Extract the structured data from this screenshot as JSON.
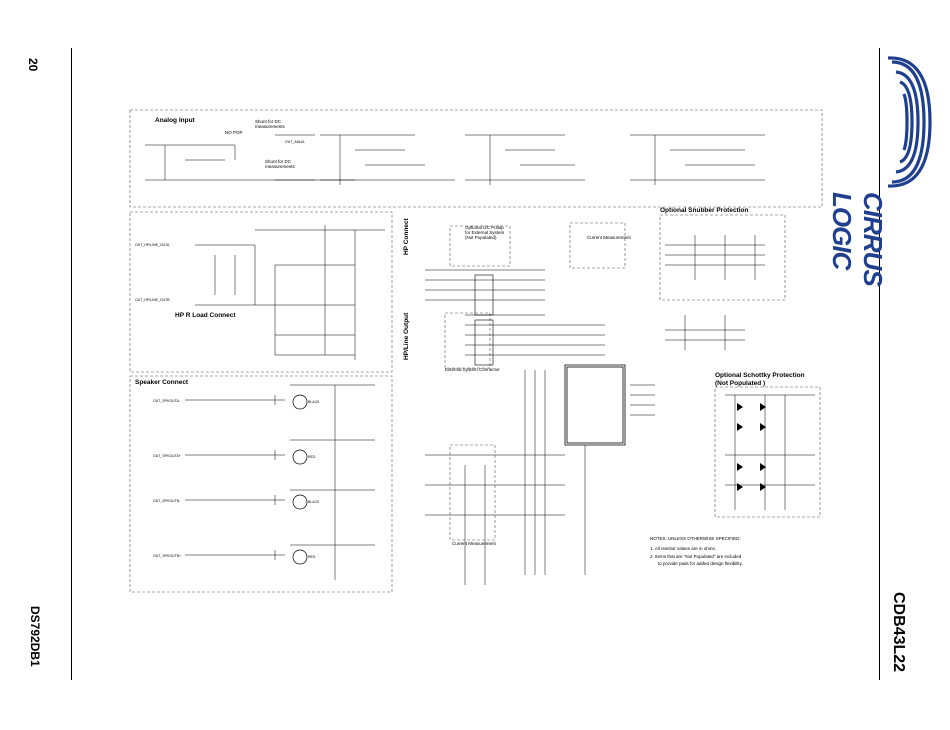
{
  "page": {
    "number": "20",
    "doc_code": "DS792DB1",
    "product": "CDB43L22",
    "logo_text": "CIRRUS LOGIC"
  },
  "sections": {
    "analog_input": "Analog Input",
    "hp_load": "HP R Load Connect",
    "speaker": "Speaker Connect",
    "snubber": "Optional Snubber Protection",
    "schottky_1": "Optional Schottky Protection",
    "schottky_2": "(Not Populated )",
    "hp_connect": "HP Connect",
    "hp_line_output": "HP/Line Output"
  },
  "annotations": {
    "shunt_1": "Shunt for DC",
    "shunt_1b": "measurements",
    "shunt_2": "Shunt for DC",
    "shunt_2b": "measurements",
    "current_measurement_1": "Current Measurement",
    "current_measurement_2": "Current Measurement",
    "external_system_connector": "External System Connector",
    "optional_i2c": "Optional I2C Pullup",
    "optional_i2c_b": "for External System",
    "optional_i2c_c": "(Not Populated)",
    "no_pop": "NO POP"
  },
  "notes": {
    "header": "NOTES: UNLESS OTHERWISE SPECIFIED:",
    "n1": "1. All resistor values are in ohms.",
    "n2": "2. Items that are \"Not Populated\" are included",
    "n2b": "to provide pads for added design flexibility."
  },
  "signals": {
    "spkoutA_minus": "OUT_SPKOUTA-",
    "spkoutA_plus": "OUT_SPKOUTA+",
    "spkoutB_minus": "OUT_SPKOUTB-",
    "spkoutB_plus": "OUT_SPKOUTB+",
    "black": "BLACK",
    "red": "RED",
    "outa": "OUT_HP/LINE_OUTA",
    "outb": "OUT_HP/LINE_OUTB",
    "ain": "OUT_AIN1A"
  }
}
